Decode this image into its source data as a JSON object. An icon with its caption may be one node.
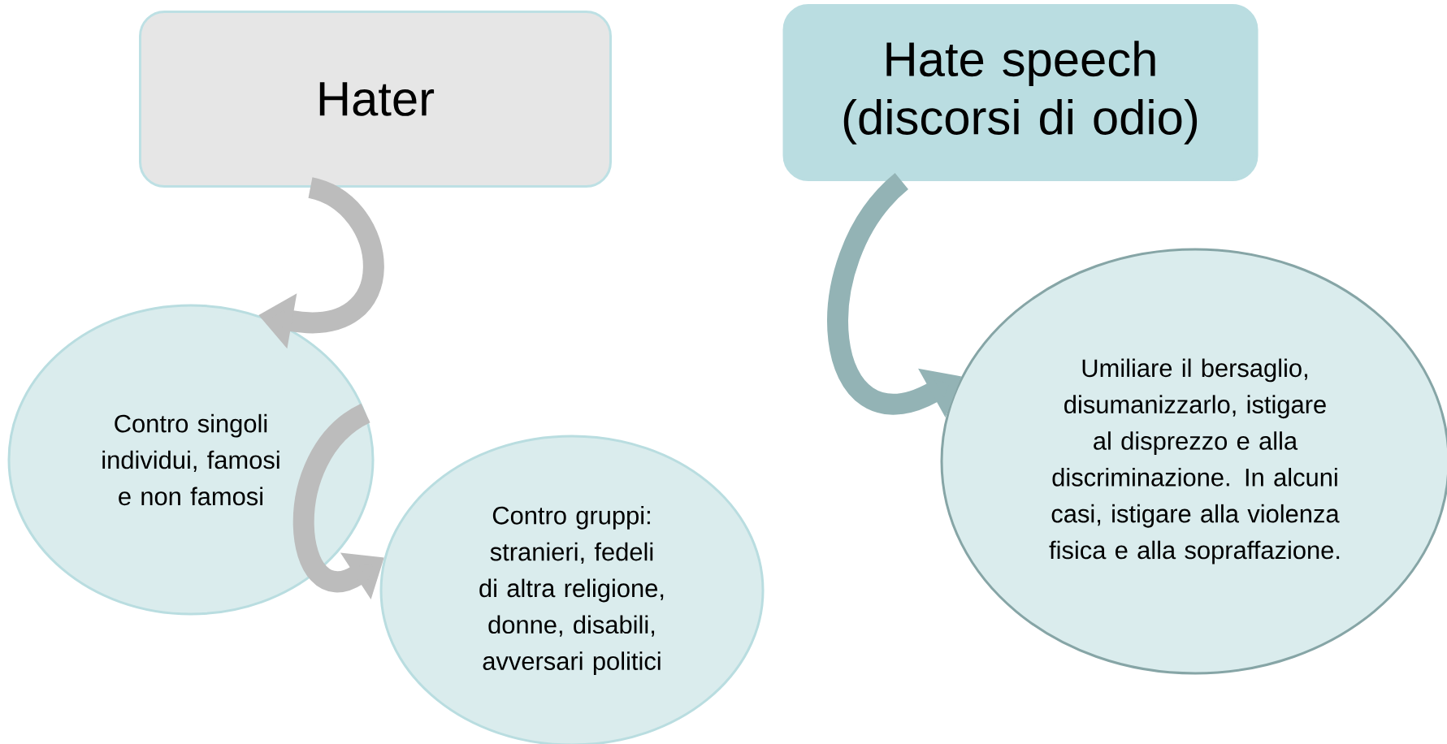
{
  "diagram": {
    "nodes": [
      {
        "text": [
          "Hater"
        ]
      },
      {
        "text": [
          "Hate speech (discorsi di odio)"
        ]
      },
      {
        "text": [
          "Contro singoli individui, famosi e non famosi"
        ]
      },
      {
        "text": [
          "Contro gruppi: stranieri, fedeli di altra religione, donne, disabili, avversari politici"
        ]
      },
      {
        "text": [
          "Umiliare il bersaglio, disumanizzarlo, istigare al disprezzo e alla discriminazione. In alcuni casi, istigare alla violenza fisica e alla sopraffazione."
        ]
      }
    ],
    "edges": [
      {
        "from": 0,
        "to": 2,
        "arrow": "to"
      },
      {
        "from": 2,
        "to": 3,
        "arrow": "to"
      },
      {
        "from": 1,
        "to": 4,
        "arrow": "to",
        "color": "#93b3b5"
      }
    ]
  }
}
